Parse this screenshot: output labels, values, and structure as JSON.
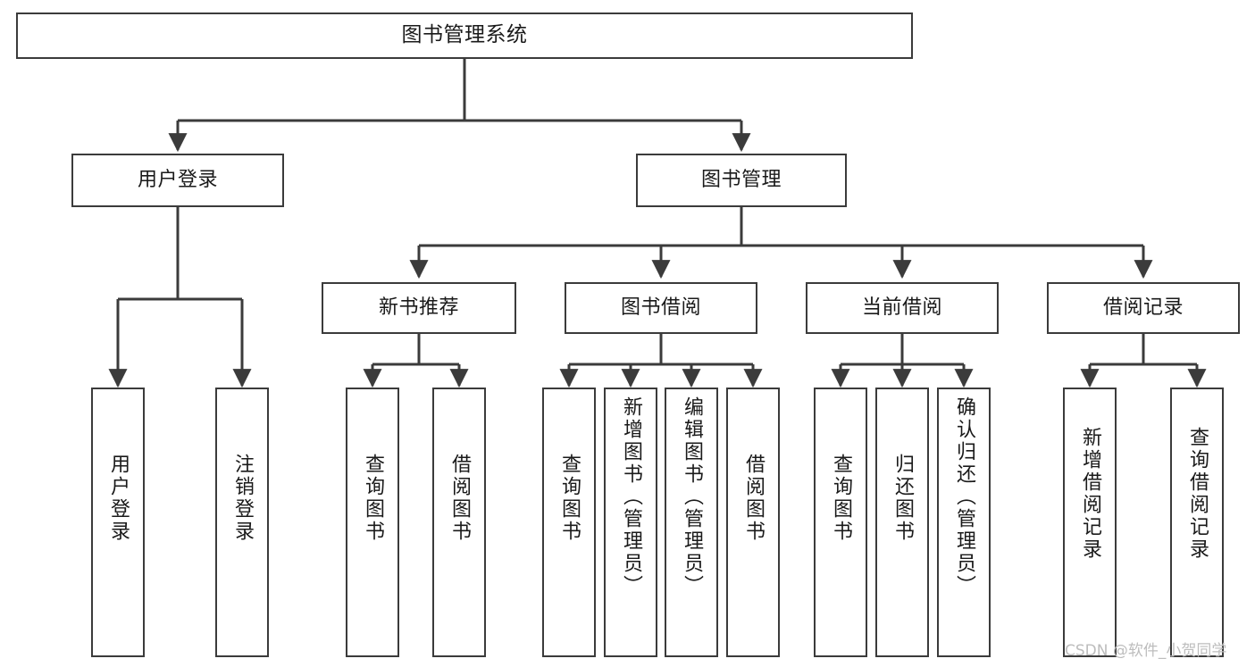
{
  "diagram": {
    "title": "图书管理系统",
    "watermark": "CSDN @软件_小贺同学",
    "colors": {
      "stroke": "#3b3b3b",
      "fill": "#ffffff",
      "text": "#1a1a1a",
      "watermark": "#bdbdbd",
      "background": "#ffffff"
    }
  },
  "nodes": {
    "root": {
      "label": "图书管理系统"
    },
    "level2": [
      {
        "id": "user-login",
        "label": "用户登录"
      },
      {
        "id": "book-manage",
        "label": "图书管理"
      }
    ],
    "level3": [
      {
        "id": "new-book-recommend",
        "label": "新书推荐"
      },
      {
        "id": "book-borrow",
        "label": "图书借阅"
      },
      {
        "id": "current-borrow",
        "label": "当前借阅"
      },
      {
        "id": "borrow-record",
        "label": "借阅记录"
      }
    ],
    "leaves": {
      "user_login": [
        {
          "id": "leaf-user-login",
          "label": "用户登录"
        },
        {
          "id": "leaf-logout",
          "label": "注销登录"
        }
      ],
      "new_book_recommend": [
        {
          "id": "leaf-query-book-1",
          "label": "查询图书"
        },
        {
          "id": "leaf-borrow-book-1",
          "label": "借阅图书"
        }
      ],
      "book_borrow": [
        {
          "id": "leaf-query-book-2",
          "label": "查询图书"
        },
        {
          "id": "leaf-add-book",
          "label": "新增图书（管理员）"
        },
        {
          "id": "leaf-edit-book",
          "label": "编辑图书（管理员）"
        },
        {
          "id": "leaf-borrow-book-2",
          "label": "借阅图书"
        }
      ],
      "current_borrow": [
        {
          "id": "leaf-query-book-3",
          "label": "查询图书"
        },
        {
          "id": "leaf-return-book",
          "label": "归还图书"
        },
        {
          "id": "leaf-confirm-return",
          "label": "确认归还（管理员）"
        }
      ],
      "borrow_record": [
        {
          "id": "leaf-add-record",
          "label": "新增借阅记录"
        },
        {
          "id": "leaf-query-record",
          "label": "查询借阅记录"
        }
      ]
    }
  }
}
